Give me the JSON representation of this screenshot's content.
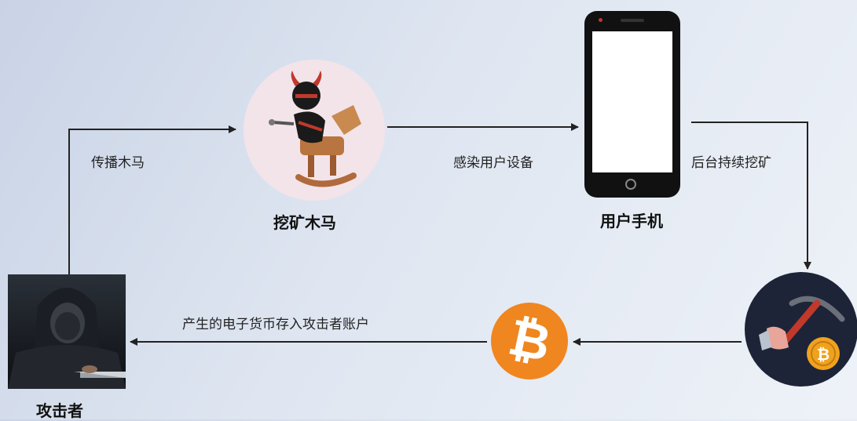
{
  "nodes": {
    "trojan": {
      "label": "挖矿木马",
      "icon": "devil-on-horse-icon"
    },
    "phone": {
      "label": "用户手机",
      "icon": "smartphone-icon"
    },
    "attacker": {
      "label": "攻击者",
      "icon": "hooded-hacker-icon"
    },
    "mining": {
      "icon": "pickaxe-bitcoin-icon"
    },
    "coin": {
      "symbol": "₿",
      "icon": "bitcoin-coin-icon"
    }
  },
  "edges": {
    "attacker_to_trojan": "传播木马",
    "trojan_to_phone": "感染用户设备",
    "phone_to_mining": "后台持续挖矿",
    "coin_to_attacker": "产生的电子货币存入攻击者账户"
  },
  "colors": {
    "arrow": "#222222",
    "coin": "#f0861f",
    "trojan_bg": "#f3e4ea",
    "mining_bg": "#1d2438"
  }
}
